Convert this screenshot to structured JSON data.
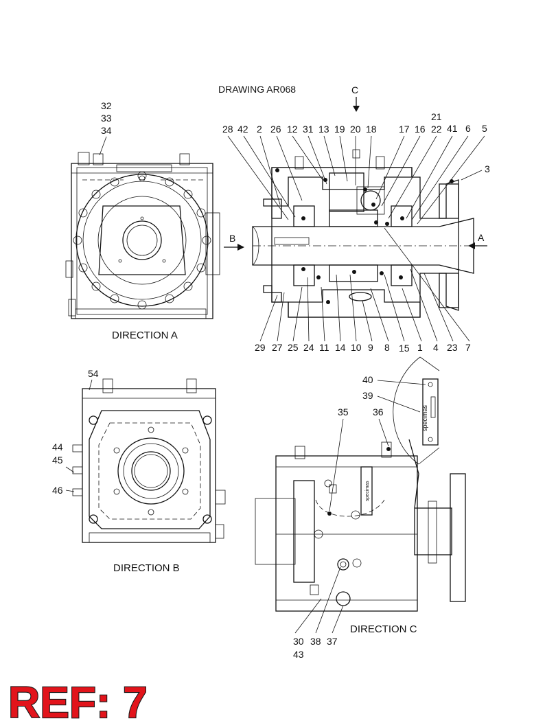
{
  "drawing_title": "DRAWING  AR068",
  "view_marker_c": "C",
  "arrow_a": "A",
  "arrow_b": "B",
  "captions": {
    "direction_a": "DIRECTION  A",
    "direction_b": "DIRECTION  B",
    "direction_c": "DIRECTION  C"
  },
  "callouts_top": [
    "28",
    "42",
    "2",
    "26",
    "12",
    "31",
    "13",
    "19",
    "20",
    "18",
    "17",
    "16",
    "41",
    "6",
    "5"
  ],
  "callouts_top_stack": [
    "21",
    "22"
  ],
  "callouts_bottom": [
    "29",
    "27",
    "25",
    "24",
    "11",
    "14",
    "10",
    "9",
    "8",
    "15",
    "1",
    "4",
    "23",
    "7"
  ],
  "callout_3": "3",
  "view_a_stack": [
    "32",
    "33",
    "34"
  ],
  "view_b_top": "54",
  "view_b_side": [
    "44",
    "45",
    "46"
  ],
  "view_c_callouts": {
    "c35": "35",
    "c36": "36",
    "c39": "39",
    "c40": "40",
    "bottom": [
      "30",
      "38",
      "37"
    ],
    "bottom_extra": "43"
  },
  "nameplate_brand": "specimas",
  "ref_label": "REF: 7"
}
